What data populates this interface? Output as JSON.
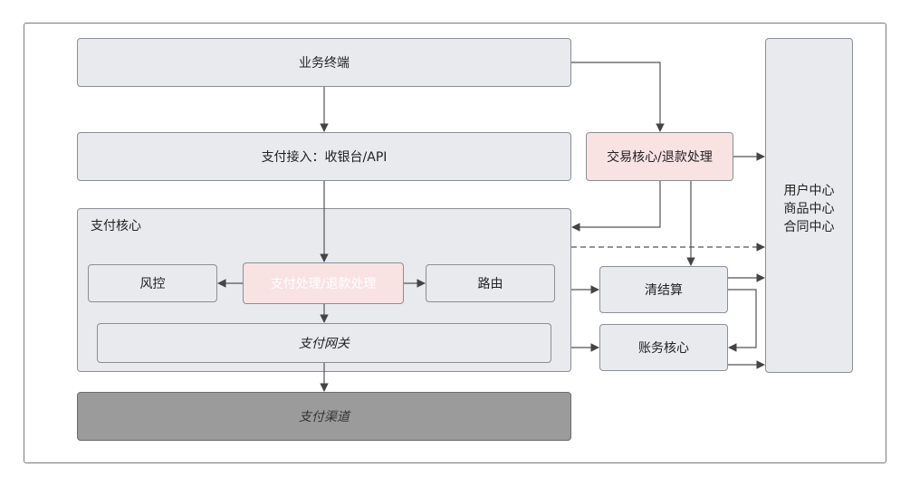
{
  "nodes": {
    "terminal": "业务终端",
    "access": "支付接入：收银台/API",
    "trade_core": "交易核心/退款处理",
    "pay_core_title": "支付核心",
    "risk": "风控",
    "pay_process": "支付处理/退款处理",
    "routing": "路由",
    "gateway": "支付网关",
    "channel": "支付渠道",
    "clearing": "清结算",
    "account_core": "账务核心",
    "centers": [
      "用户中心",
      "商品中心",
      "合同中心"
    ]
  },
  "colors": {
    "box_fill": "#e8eaed",
    "highlight_fill": "#f9e2e2",
    "channel_fill": "#9b9b9b",
    "line": "#555555"
  }
}
